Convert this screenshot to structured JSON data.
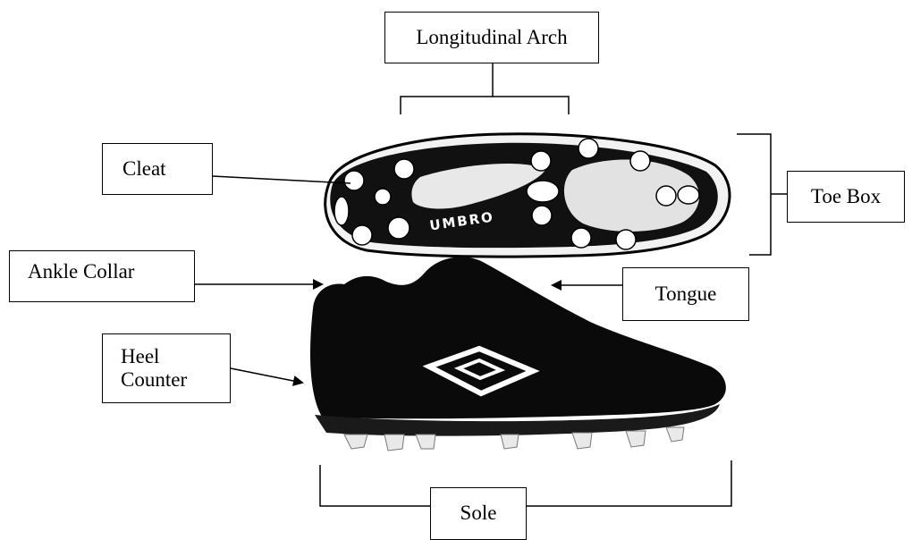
{
  "diagram": {
    "labels": {
      "longitudinal_arch": "Longitudinal Arch",
      "cleat": "Cleat",
      "toe_box": "Toe Box",
      "ankle_collar": "Ankle Collar",
      "tongue": "Tongue",
      "heel_counter_line1": "Heel",
      "heel_counter_line2": "Counter",
      "sole": "Sole"
    },
    "brand_logo_text": "UMBRO",
    "colors": {
      "ink": "#000000",
      "paper": "#ffffff",
      "shoe": "#0a0a0a",
      "sole_light": "#e9e9e9"
    }
  }
}
